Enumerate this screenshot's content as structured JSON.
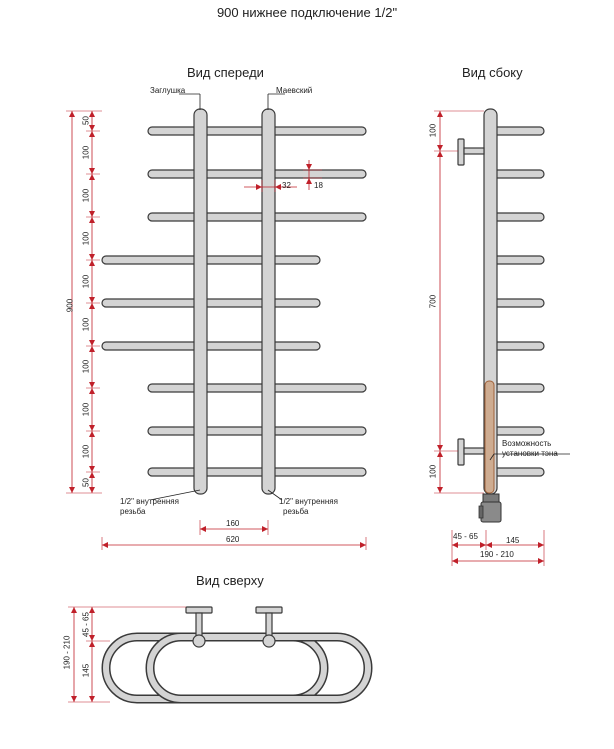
{
  "title": "900 нижнее подключение 1/2\"",
  "views": {
    "front": "Вид спереди",
    "side": "Вид сбоку",
    "top": "Вид сверху"
  },
  "labels": {
    "plug": "Заглушка",
    "mayevsky": "Маевский",
    "thread_front_1": "1/2\" внутренняя",
    "thread_front_2": "резьба",
    "heater_1": "Возможность",
    "heater_2": "установки тэна"
  },
  "front_dims": {
    "total_height": "900",
    "segments": [
      "50",
      "100",
      "100",
      "100",
      "100",
      "100",
      "100",
      "100",
      "100",
      "50"
    ],
    "tube_gap": "32",
    "tube_dia": "18",
    "pipe_spacing": "160",
    "total_width": "620"
  },
  "side_dims": {
    "top_offset": "100",
    "middle": "700",
    "bottom_offset": "100",
    "bracket": "45 - 65",
    "depth": "145",
    "total_depth": "190 - 210"
  },
  "top_dims": {
    "total": "190 - 210",
    "bracket": "45 - 65",
    "depth": "145"
  },
  "colors": {
    "dimension": "#c0202a",
    "tube_fill": "#d4d4d4",
    "tube_stroke": "#3a3a3a",
    "heater": "#c98a5a"
  }
}
